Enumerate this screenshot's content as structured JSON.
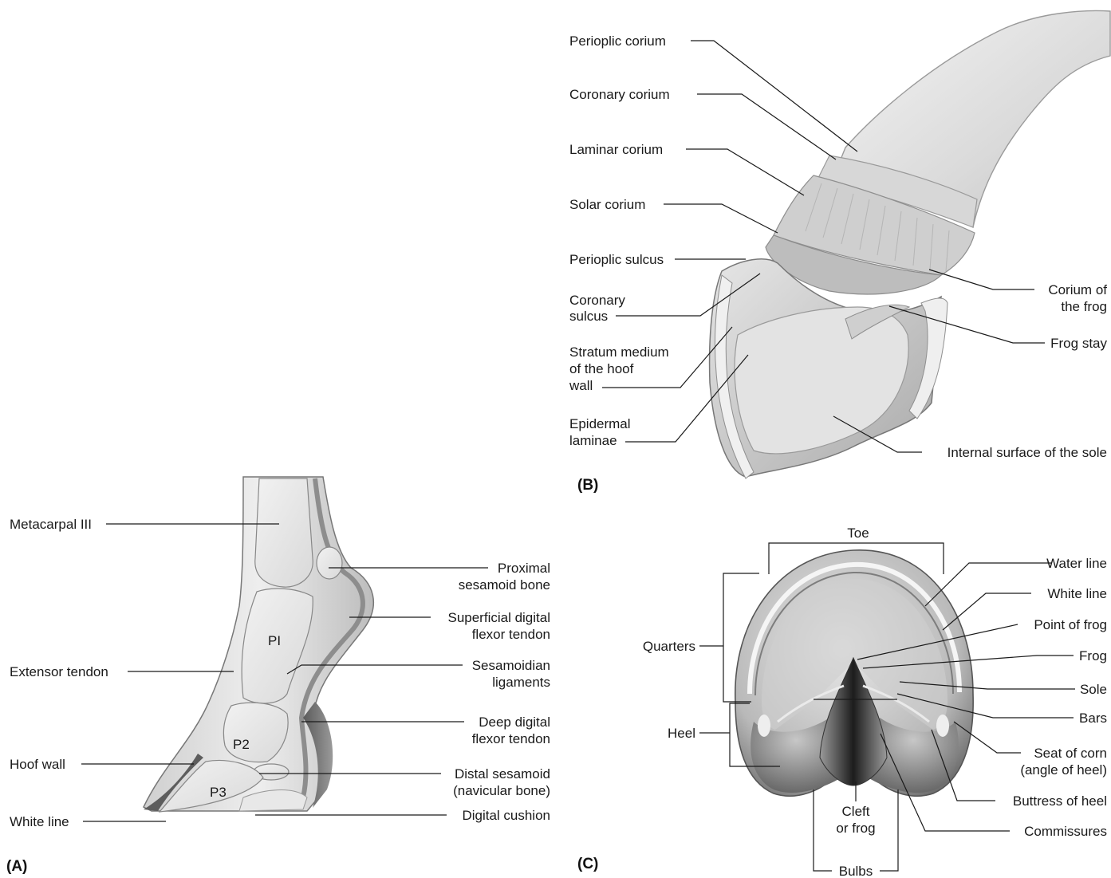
{
  "panels": {
    "a": "(A)",
    "b": "(B)",
    "c": "(C)"
  },
  "panel_a": {
    "bones": {
      "p1": "PI",
      "p2": "P2",
      "p3": "P3"
    },
    "left_labels": {
      "metacarpal": "Metacarpal III",
      "extensor": "Extensor tendon",
      "hoof_wall": "Hoof wall",
      "white_line": "White line"
    },
    "right_labels": {
      "proximal_1": "Proximal",
      "proximal_2": "sesamoid bone",
      "superficial_1": "Superficial digital",
      "superficial_2": "flexor tendon",
      "sesamoidian_1": "Sesamoidian",
      "sesamoidian_2": "ligaments",
      "deep_1": "Deep digital",
      "deep_2": "flexor tendon",
      "distal_1": "Distal sesamoid",
      "distal_2": "(navicular bone)",
      "cushion": "Digital cushion"
    }
  },
  "panel_b": {
    "left_labels": {
      "perioplic_corium": "Perioplic corium",
      "coronary_corium": "Coronary corium",
      "laminar_corium": "Laminar corium",
      "solar_corium": "Solar corium",
      "perioplic_sulcus": "Perioplic sulcus",
      "coronary_sulcus_1": "Coronary",
      "coronary_sulcus_2": "sulcus",
      "stratum_1": "Stratum medium",
      "stratum_2": "of the hoof",
      "stratum_3": "wall",
      "epidermal_1": "Epidermal",
      "epidermal_2": "laminae"
    },
    "right_labels": {
      "corium_frog_1": "Corium of",
      "corium_frog_2": "the frog",
      "frog_stay": "Frog stay",
      "internal_sole": "Internal surface of the sole"
    }
  },
  "panel_c": {
    "toe": "Toe",
    "quarters": "Quarters",
    "heel": "Heel",
    "cleft_1": "Cleft",
    "cleft_2": "or frog",
    "bulbs": "Bulbs",
    "right_labels": {
      "water_line": "Water line",
      "white_line": "White line",
      "point_of_frog": "Point of frog",
      "frog": "Frog",
      "sole": "Sole",
      "bars": "Bars",
      "seat_1": "Seat of corn",
      "seat_2": "(angle of heel)",
      "buttress": "Buttress of heel",
      "commissures": "Commissures"
    }
  }
}
